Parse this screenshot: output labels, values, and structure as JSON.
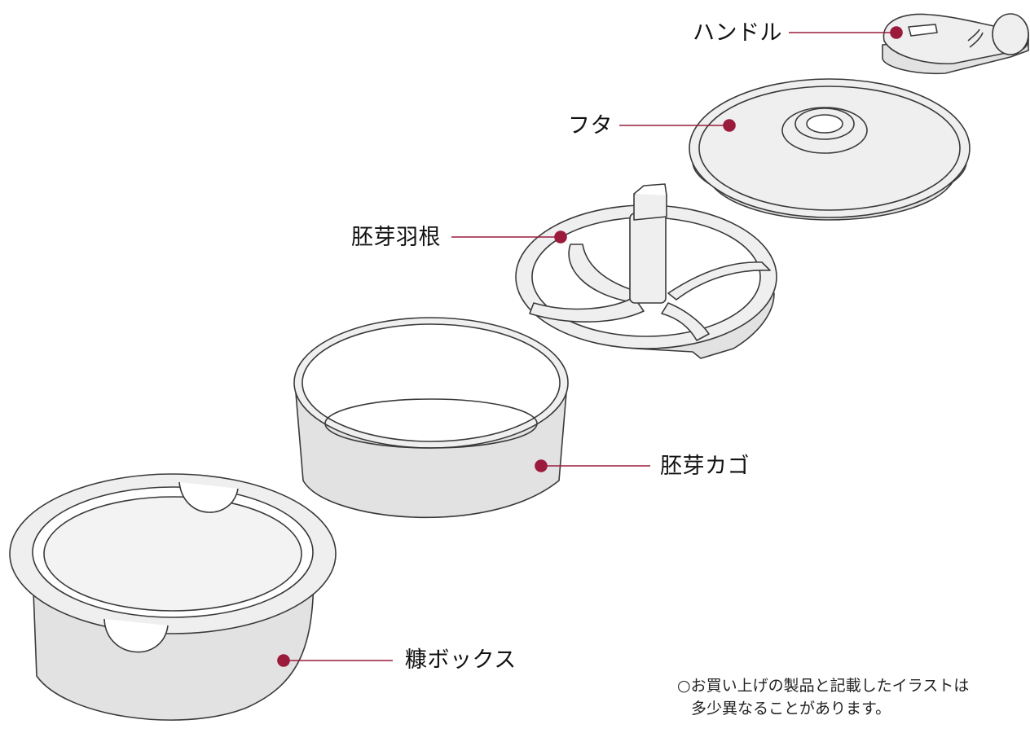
{
  "labels": {
    "handle": "ハンドル",
    "lid": "フタ",
    "germ_blade": "胚芽羽根",
    "germ_basket": "胚芽カゴ",
    "bran_box": "糠ボックス"
  },
  "note": {
    "line1": "○お買い上げの製品と記載したイラストは",
    "line2": "多少異なることがあります。"
  },
  "colors": {
    "leader": "#9b1b3d",
    "outline": "#3a3a3a",
    "part_fill": "#efefef",
    "shade": "#e2e2e2"
  }
}
